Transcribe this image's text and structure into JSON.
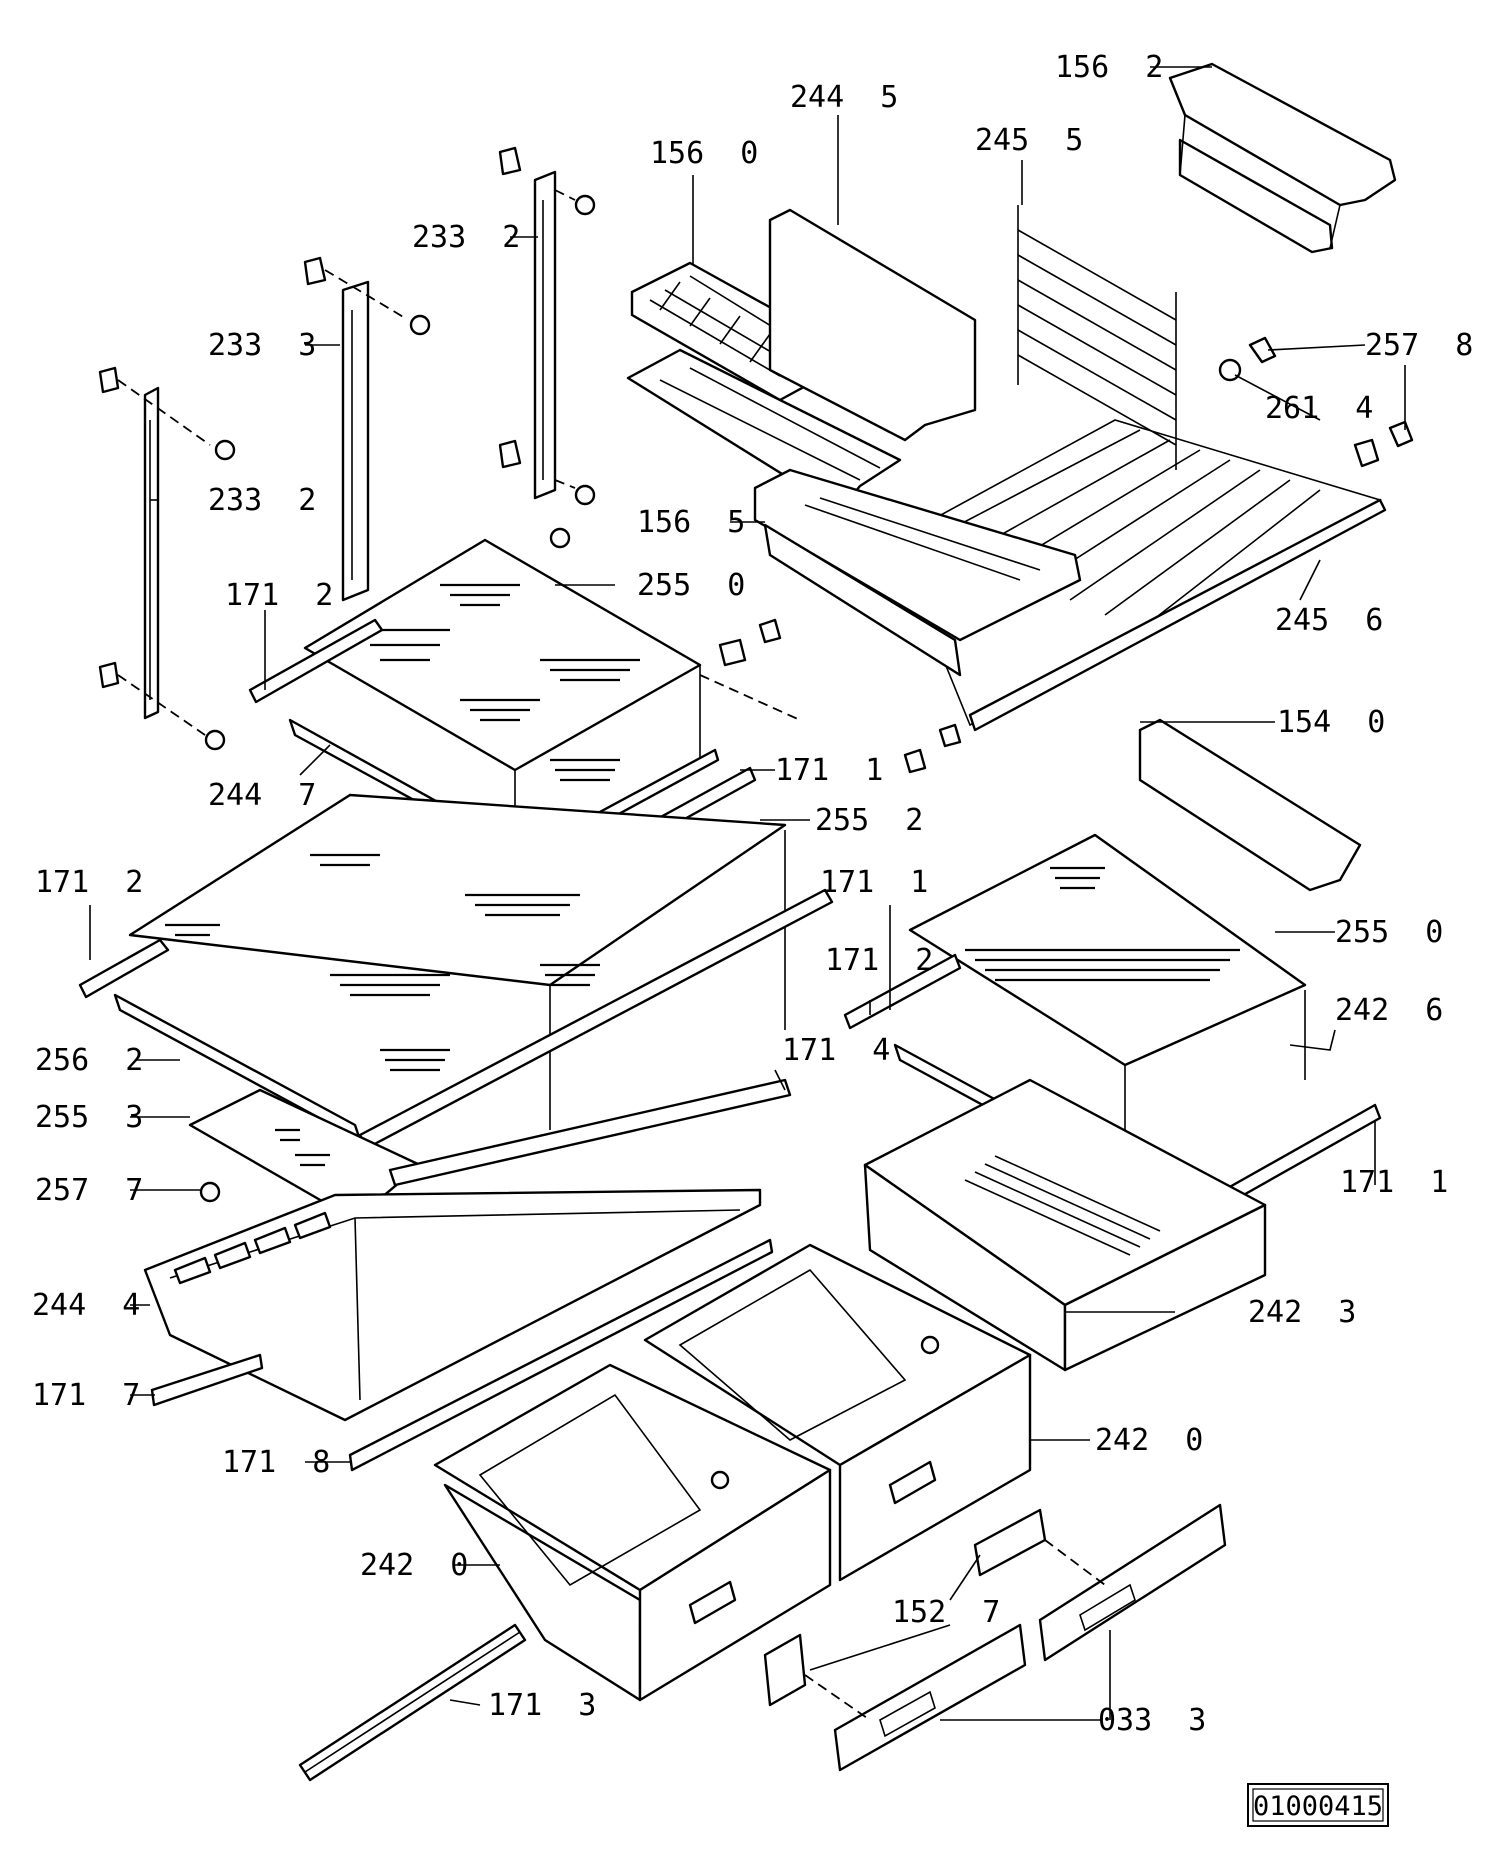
{
  "diagram": {
    "reference": "01000415",
    "labels": [
      {
        "id": "l01",
        "text": "156  2"
      },
      {
        "id": "l02",
        "text": "244  5"
      },
      {
        "id": "l03",
        "text": "156  0"
      },
      {
        "id": "l04",
        "text": "245  5"
      },
      {
        "id": "l05",
        "text": "233  2"
      },
      {
        "id": "l06",
        "text": "233  3"
      },
      {
        "id": "l07",
        "text": "257  8"
      },
      {
        "id": "l08",
        "text": "261  4"
      },
      {
        "id": "l09",
        "text": "233  2"
      },
      {
        "id": "l10",
        "text": "156  5"
      },
      {
        "id": "l11",
        "text": "255  0"
      },
      {
        "id": "l12",
        "text": "171  2"
      },
      {
        "id": "l13",
        "text": "245  6"
      },
      {
        "id": "l14",
        "text": "154  0"
      },
      {
        "id": "l15",
        "text": "171  1"
      },
      {
        "id": "l16",
        "text": "244  7"
      },
      {
        "id": "l17",
        "text": "255  2"
      },
      {
        "id": "l18",
        "text": "171  2"
      },
      {
        "id": "l19",
        "text": "171  1"
      },
      {
        "id": "l20",
        "text": "255  0"
      },
      {
        "id": "l21",
        "text": "171  2"
      },
      {
        "id": "l22",
        "text": "242  6"
      },
      {
        "id": "l23",
        "text": "256  2"
      },
      {
        "id": "l24",
        "text": "171  4"
      },
      {
        "id": "l25",
        "text": "255  3"
      },
      {
        "id": "l26",
        "text": "257  7"
      },
      {
        "id": "l27",
        "text": "171  1"
      },
      {
        "id": "l28",
        "text": "244  4"
      },
      {
        "id": "l29",
        "text": "242  3"
      },
      {
        "id": "l30",
        "text": "171  7"
      },
      {
        "id": "l31",
        "text": "242  0"
      },
      {
        "id": "l32",
        "text": "171  8"
      },
      {
        "id": "l33",
        "text": "242  0"
      },
      {
        "id": "l34",
        "text": "152  7"
      },
      {
        "id": "l35",
        "text": "171  3"
      },
      {
        "id": "l36",
        "text": "033  3"
      }
    ]
  }
}
